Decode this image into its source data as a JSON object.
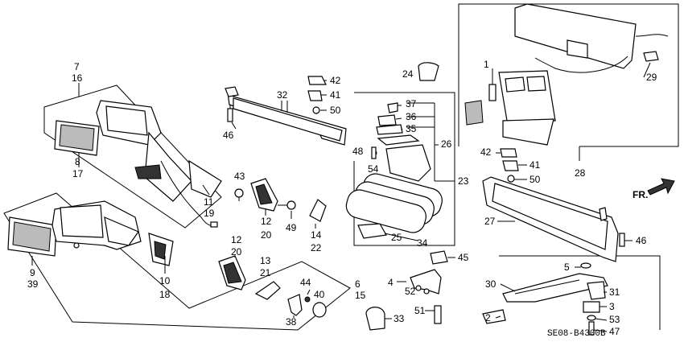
{
  "diagram_code": "SE08-B4300B",
  "direction_label": "FR.",
  "callouts": {
    "n7": "7",
    "n16": "16",
    "n8": "8",
    "n17": "17",
    "n11": "11",
    "n19": "19",
    "n9": "9",
    "n39": "39",
    "n10": "10",
    "n18": "18",
    "n12a": "12",
    "n20a": "20",
    "n13": "13",
    "n21": "21",
    "n12b": "12",
    "n20b": "20",
    "n43": "43",
    "n49": "49",
    "n14": "14",
    "n22": "22",
    "n44": "44",
    "n40": "40",
    "n38": "38",
    "n6": "6",
    "n15": "15",
    "n32": "32",
    "n46a": "46",
    "n42a": "42",
    "n41a": "41",
    "n50a": "50",
    "n24": "24",
    "n37": "37",
    "n36": "36",
    "n35": "35",
    "n26": "26",
    "n48": "48",
    "n54": "54",
    "n23": "23",
    "n25": "25",
    "n34": "34",
    "n45": "45",
    "n4": "4",
    "n52": "52",
    "n51": "51",
    "n33": "33",
    "n1": "1",
    "n29": "29",
    "n28": "28",
    "n42b": "42",
    "n41b": "41",
    "n50b": "50",
    "n27": "27",
    "n46b": "46",
    "n5": "5",
    "n30": "30",
    "n31": "31",
    "n3": "3",
    "n2": "2",
    "n53": "53",
    "n47": "47"
  }
}
